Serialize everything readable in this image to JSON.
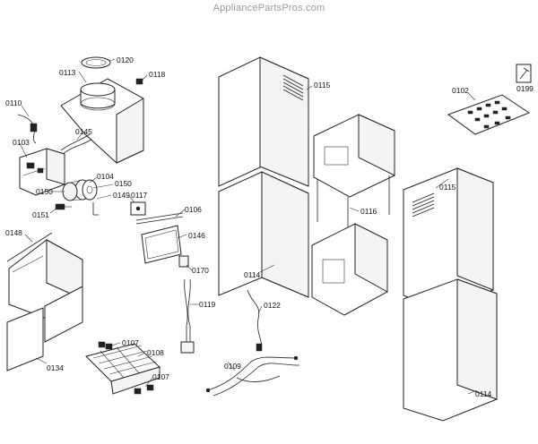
{
  "watermark": "AppliancePartsPros.com",
  "labels": {
    "p0102": "0102",
    "p0103": "0103",
    "p0104": "0104",
    "p0106": "0106",
    "p0107a": "0107",
    "p0107b": "0107",
    "p0108": "0108",
    "p0109": "0109",
    "p0110": "0110",
    "p0113": "0113",
    "p0114a": "0114",
    "p0114b": "0114",
    "p0115a": "0115",
    "p0115b": "0115",
    "p0116": "0116",
    "p0117": "0117",
    "p0118": "0118",
    "p0119": "0119",
    "p0120": "0120",
    "p0122": "0122",
    "p0134": "0134",
    "p0145": "0145",
    "p0146": "0146",
    "p0148": "0148",
    "p0149": "0149",
    "p0150a": "0150",
    "p0150b": "0150",
    "p0151": "0151",
    "p0170": "0170",
    "p0199": "0199"
  }
}
